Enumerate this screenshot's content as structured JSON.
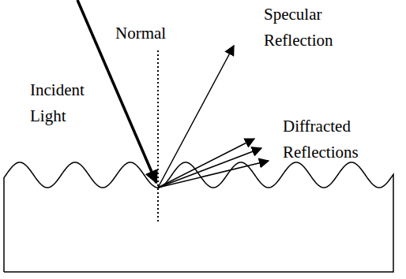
{
  "diagram": {
    "labels": [
      "Specular Reflection",
      "Normal",
      "Incident Light",
      "Diffracted Reflections"
    ]
  }
}
